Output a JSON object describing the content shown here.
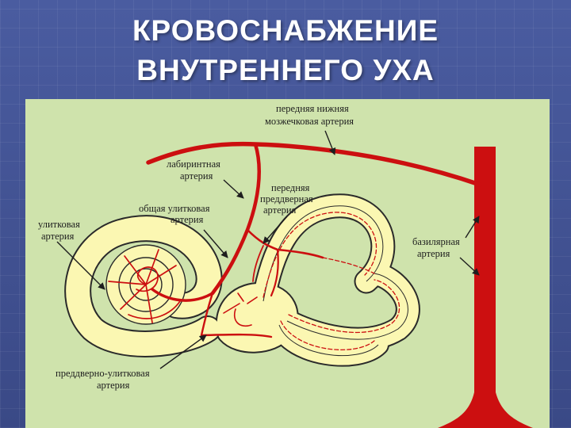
{
  "slide": {
    "title_line1": "КРОВОСНАБЖЕНИЕ",
    "title_line2": "ВНУТРЕННЕГО УХА"
  },
  "colors": {
    "background": "#3f4f8e",
    "panel": "#cfe3ac",
    "labyrinth": "#fbf7b2",
    "artery": "#cc0f10",
    "text": "#ffffff"
  },
  "labels": {
    "aica_line1": "передняя нижняя",
    "aica_line2": "мозжечковая артерия",
    "labyrinthine_line1": "лабиринтная",
    "labyrinthine_line2": "артерия",
    "anterior_vestibular_line1": "передняя",
    "anterior_vestibular_line2": "преддверная",
    "anterior_vestibular_line3": "артерия",
    "common_cochlear_line1": "общая улитковая",
    "common_cochlear_line2": "артерия",
    "cochlear_line1": "улитковая",
    "cochlear_line2": "артерия",
    "basilar_line1": "базилярная",
    "basilar_line2": "артерия",
    "vestibulocochlear_line1": "преддверно-улитковая",
    "vestibulocochlear_line2": "артерия"
  }
}
